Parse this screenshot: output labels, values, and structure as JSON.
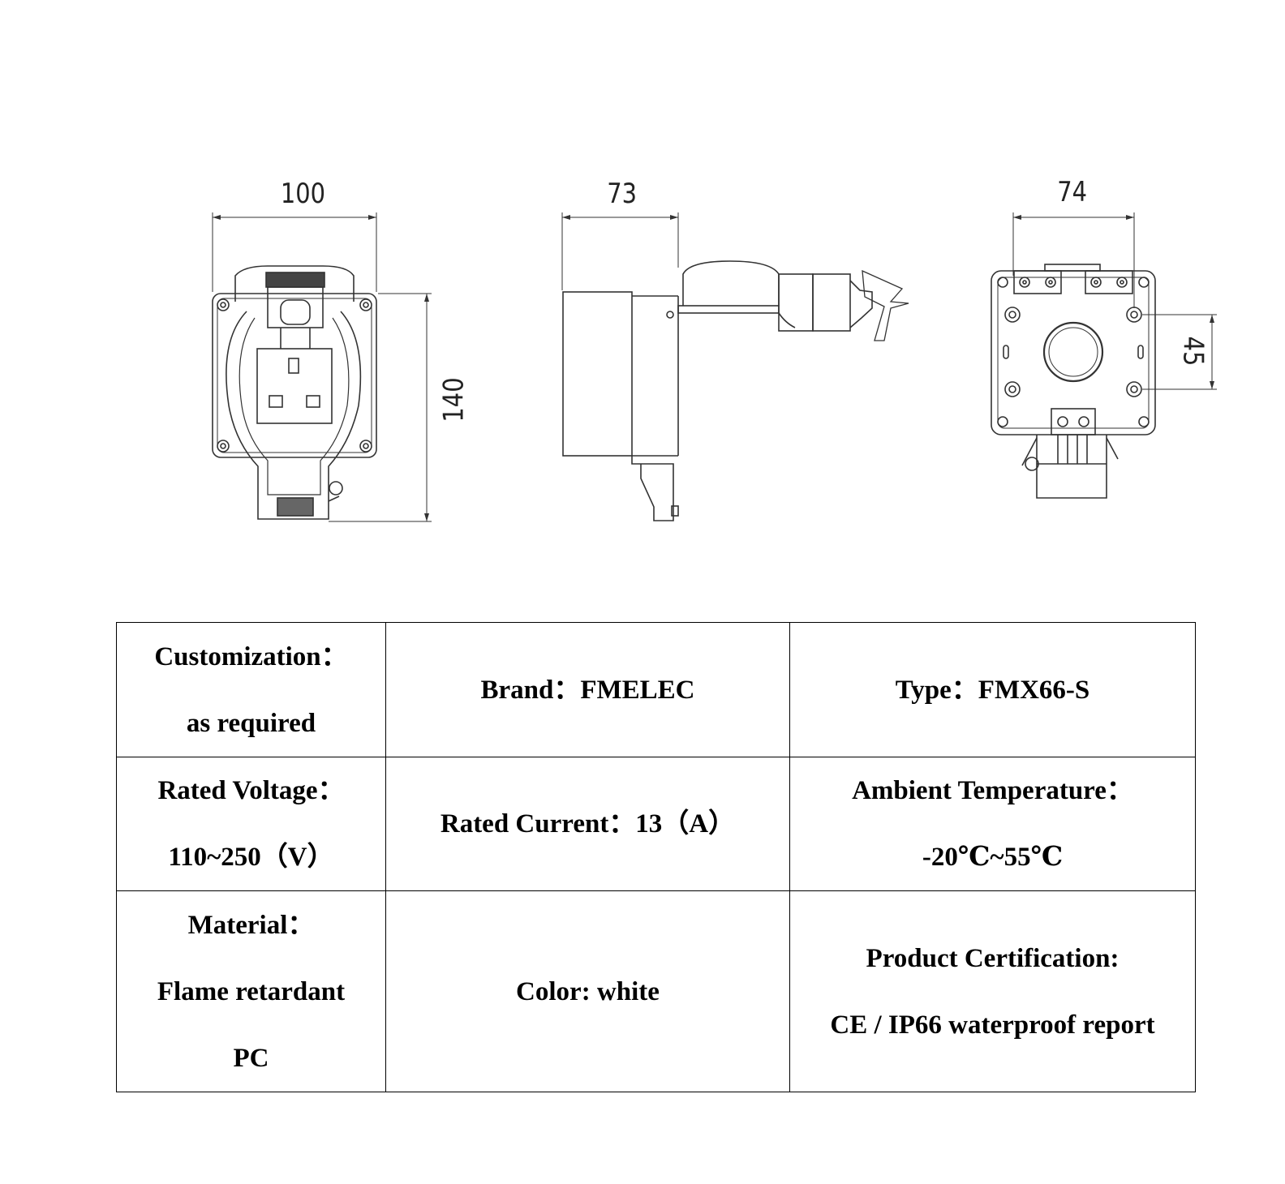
{
  "drawings": {
    "front_view": {
      "width_label": "100",
      "height_label": "140"
    },
    "side_view": {
      "width_label": "73"
    },
    "rear_view": {
      "width_label": "74",
      "spacing_label": "45"
    }
  },
  "specs": {
    "customization": {
      "label": "Customization：",
      "value": "as required"
    },
    "brand": {
      "text": "Brand：FMELEC"
    },
    "type": {
      "text": "Type：FMX66-S"
    },
    "rated_voltage": {
      "label": "Rated Voltage：",
      "value": "110~250（V）"
    },
    "rated_current": {
      "text": "Rated Current：13（A）"
    },
    "ambient_temperature": {
      "label": "Ambient Temperature：",
      "value": "-20℃~55℃"
    },
    "material": {
      "label": "Material：",
      "value_line1": "Flame retardant",
      "value_line2": "PC"
    },
    "color": {
      "text": "Color: white"
    },
    "certification": {
      "label": "Product Certification:",
      "value": "CE / IP66 waterproof report"
    }
  }
}
